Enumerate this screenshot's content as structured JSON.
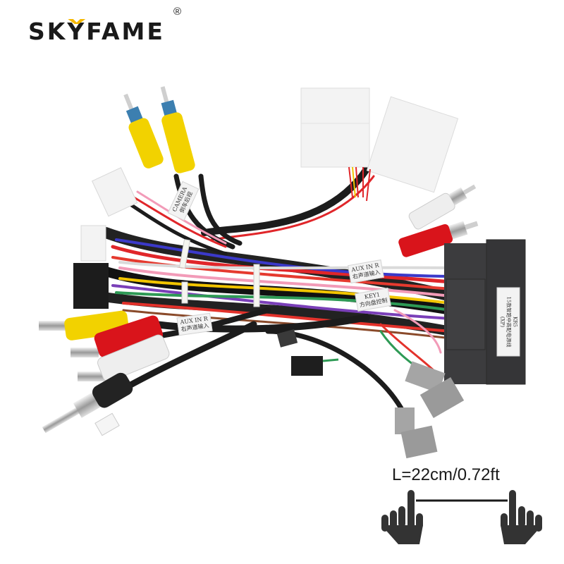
{
  "brand": {
    "name": "SKYFAME",
    "registered_mark": "®",
    "accent_color": "#f5b800",
    "text_color": "#1a1a1a"
  },
  "product": {
    "type": "car stereo wiring harness",
    "main_connector_label": {
      "line1": "KR5",
      "line2": "15款智跑中高配电源线",
      "line3": "(XP)"
    },
    "cable_labels": [
      {
        "id": "camera",
        "line1": "CAMERA",
        "line2": "倒车后视"
      },
      {
        "id": "aux-in-upper",
        "line1": "AUX IN R",
        "line2": "右声道输入"
      },
      {
        "id": "key1",
        "line1": "KEY1",
        "line2": "方向盘控制"
      },
      {
        "id": "aux-in-lower",
        "line1": "AUX IN R",
        "line2": "右声道输入"
      }
    ],
    "connectors": [
      {
        "id": "camera-rca-1",
        "color": "#f2d200"
      },
      {
        "id": "camera-rca-2",
        "color": "#f2d200"
      },
      {
        "id": "white-plug-top-1",
        "color": "#f4f4f4"
      },
      {
        "id": "white-plug-top-2",
        "color": "#f4f4f4"
      },
      {
        "id": "rca-white-right",
        "color": "#eeeeee"
      },
      {
        "id": "rca-red-right",
        "color": "#d9141b"
      },
      {
        "id": "main-block",
        "color": "#3c3c3e"
      },
      {
        "id": "rca-yellow-left",
        "color": "#f2d200"
      },
      {
        "id": "rca-red-left",
        "color": "#d9141b"
      },
      {
        "id": "rca-white-left",
        "color": "#eeeeee"
      },
      {
        "id": "antenna-plug",
        "color": "#2a2a2a"
      },
      {
        "id": "grey-plug-1",
        "color": "#9a9a9a"
      },
      {
        "id": "grey-plug-2",
        "color": "#9a9a9a"
      }
    ],
    "watermark": "SKYFAME"
  },
  "measurement": {
    "text": "L=22cm/0.72ft",
    "icon": "hand-pointing-up-icon"
  }
}
